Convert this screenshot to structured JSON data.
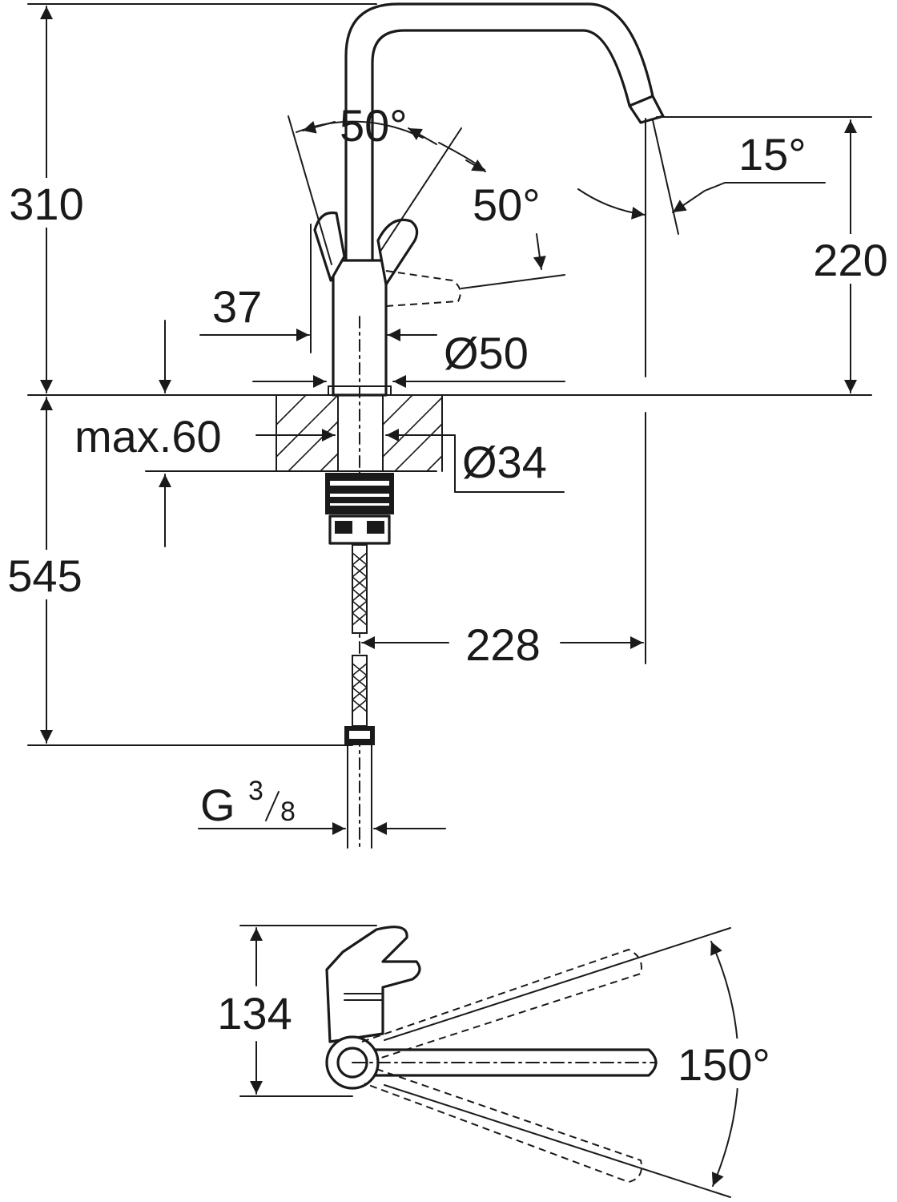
{
  "dimensions": {
    "height_above_deck": "310",
    "spout_outlet_height": "220",
    "lever_swivel_left": "50°",
    "lever_swivel_right": "50°",
    "outlet_angle": "15°",
    "handle_offset": "37",
    "body_diameter": "Ø50",
    "max_deck_thickness": "max.60",
    "hole_diameter": "Ø34",
    "hose_length": "545",
    "spout_reach": "228",
    "connection_thread_prefix": "G",
    "connection_thread_numerator": "3",
    "connection_thread_denominator": "8",
    "top_view_depth": "134",
    "spout_swivel_angle": "150°"
  },
  "colors": {
    "line": "#1a1a1a",
    "background": "#ffffff"
  }
}
